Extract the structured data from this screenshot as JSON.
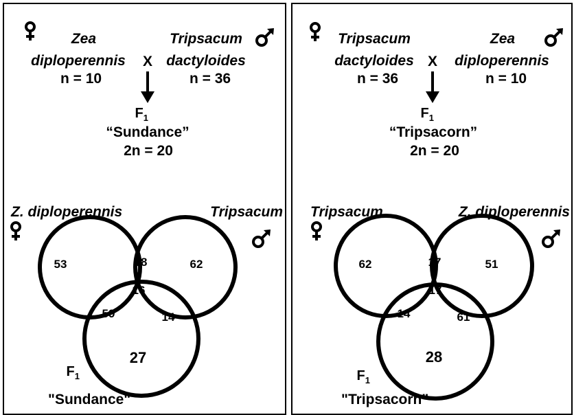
{
  "panels": [
    {
      "female": {
        "genus": "Zea",
        "species": "diploperennis",
        "n": "n = 10"
      },
      "male": {
        "genus": "Tripsacum",
        "species": "dactyloides",
        "n": "n = 36"
      },
      "cross": "X",
      "f1": {
        "label": "F",
        "sub": "1",
        "name": "“Sundance”",
        "ploidy": "2n = 20"
      },
      "venn": {
        "left_label": "Z. diploperennis",
        "right_label": "Tripsacum",
        "bottom_f": "F",
        "bottom_sub": "1",
        "bottom_name": "\"Sundance\"",
        "regions": {
          "left_only": "53",
          "right_only": "62",
          "left_right": "18",
          "all": "16",
          "left_bottom": "59",
          "right_bottom": "14",
          "bottom_only": "27"
        }
      }
    },
    {
      "female": {
        "genus": "Tripsacum",
        "species": "dactyloides",
        "n": "n = 36"
      },
      "male": {
        "genus": "Zea",
        "species": "diploperennis",
        "n": "n = 10"
      },
      "cross": "X",
      "f1": {
        "label": "F",
        "sub": "1",
        "name": "“Tripsacorn”",
        "ploidy": "2n = 20"
      },
      "venn": {
        "left_label": "Tripsacum",
        "right_label": "Z. diploperennis",
        "bottom_f": "F",
        "bottom_sub": "1",
        "bottom_name": "\"Tripsacorn\"",
        "regions": {
          "left_only": "62",
          "right_only": "51",
          "left_right": "17",
          "all": "17",
          "left_bottom": "14",
          "right_bottom": "61",
          "bottom_only": "28"
        }
      }
    }
  ]
}
